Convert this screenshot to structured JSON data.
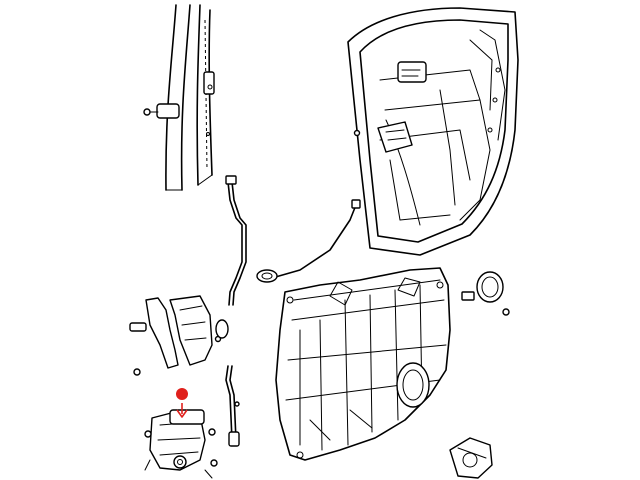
{
  "diagram": {
    "background": "#ffffff",
    "line_color": "#000000",
    "accent_color": "#e0201c",
    "parts": [
      "b-pillar-striker",
      "door-frame",
      "door-latch",
      "lock-rod",
      "wiring-grommet",
      "door-module-carrier",
      "speaker-ring",
      "bracket-assembly",
      "window-regulator-motor",
      "motor-connector",
      "hinge-pin",
      "fastener-bolts"
    ],
    "highlight": {
      "part": "window-regulator-motor",
      "marker": "red-dot",
      "pointer": "red-arrow-down"
    }
  }
}
